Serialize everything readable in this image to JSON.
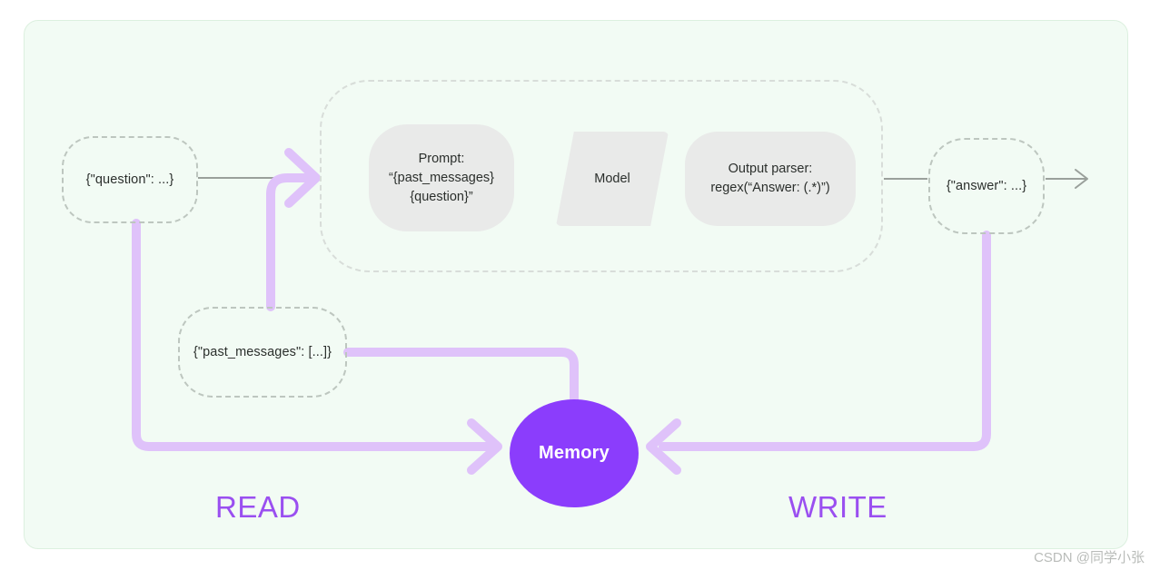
{
  "diagram": {
    "title": "LLM chain with memory read/write flow",
    "nodes": {
      "question": "{\"question\": ...}",
      "past_messages": "{\"past_messages\": [...]}",
      "answer": "{\"answer\": ...}",
      "memory": "Memory"
    },
    "chain_steps": {
      "prompt_line1": "Prompt:",
      "prompt_line2": "“{past_messages}",
      "prompt_line3": "{question}”",
      "model": "Model",
      "parser_line1": "Output parser:",
      "parser_line2": "regex(“Answer: (.*)”)"
    },
    "flow_labels": {
      "read": "READ",
      "write": "WRITE"
    },
    "colors": {
      "panel_background": "#f2fbf4",
      "panel_border": "#dcf0df",
      "memory_fill": "#8b3dfc",
      "flow_purple": "#9a4ff0",
      "wire_purple": "#dfc2fa",
      "wire_gray": "#9aa09b",
      "step_fill": "#e9eae9",
      "dashed_border": "#bdc6bf"
    }
  },
  "watermark": "CSDN @同学小张"
}
